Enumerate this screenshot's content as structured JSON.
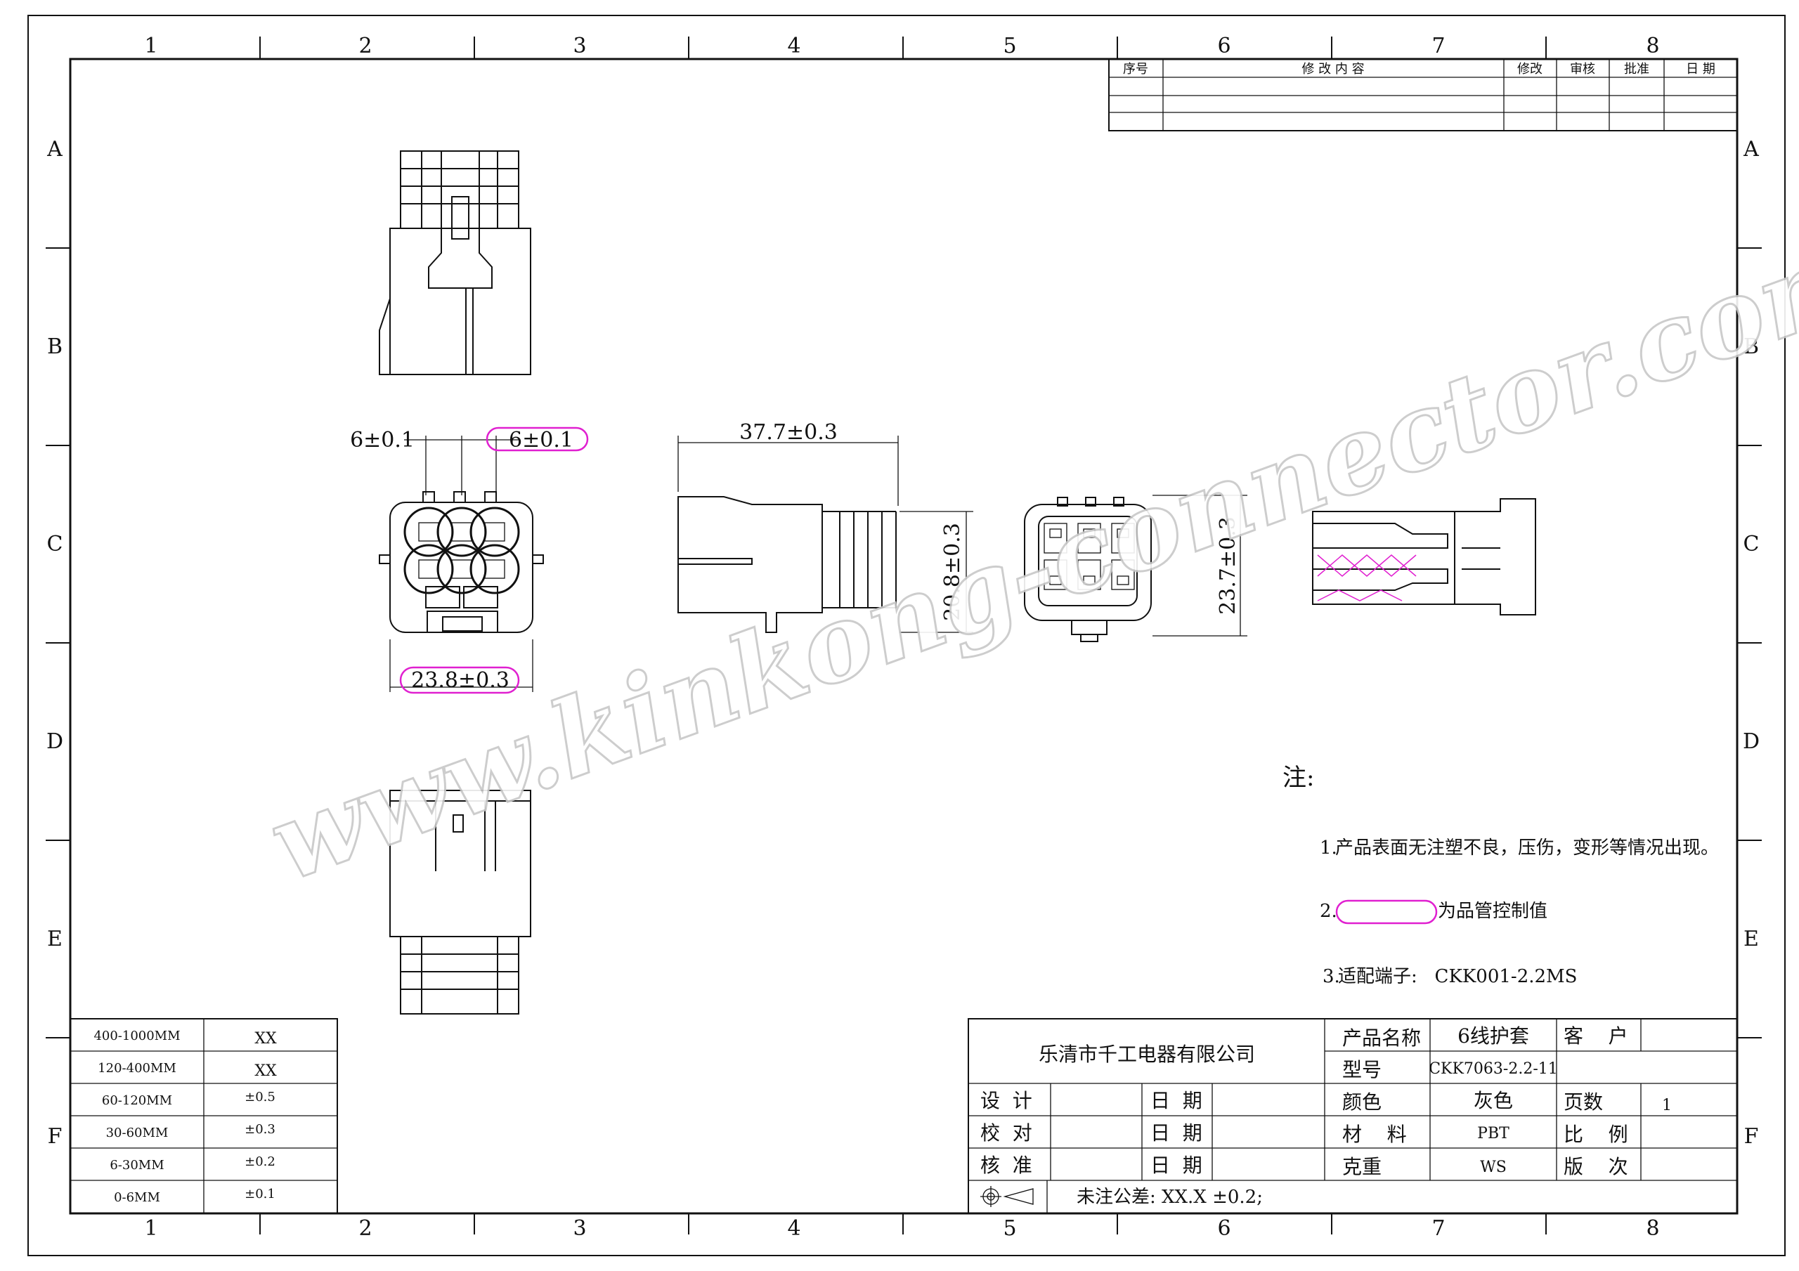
{
  "frame": {
    "columns": [
      "1",
      "2",
      "3",
      "4",
      "5",
      "6",
      "7",
      "8"
    ],
    "rows": [
      "A",
      "B",
      "C",
      "D",
      "E",
      "F"
    ]
  },
  "revision_table": {
    "headers": [
      "序号",
      "修 改 内 容",
      "修改",
      "审核",
      "批准",
      "日 期"
    ]
  },
  "dimensions": {
    "pitch_left": "6±0.1",
    "pitch_right": "6±0.1",
    "front_width": "23.8±0.3",
    "length": "37.7±0.3",
    "side_height": "20.8±0.3",
    "rear_height": "23.7±0.3"
  },
  "watermark": "www.kinkong-connector.com",
  "notes": {
    "title": "注:",
    "items": [
      {
        "num": "1.",
        "text": "产品表面无注塑不良，压伤，变形等情况出现。"
      },
      {
        "num": "2.",
        "text": "为品管控制值"
      },
      {
        "num": "3.",
        "text": "适配端子:   CKK001-2.2MS"
      }
    ]
  },
  "tolerance_table": {
    "rows": [
      {
        "range": "400-1000MM",
        "tol": "XX"
      },
      {
        "range": "120-400MM",
        "tol": "XX"
      },
      {
        "range": "60-120MM",
        "tol": "±0.5"
      },
      {
        "range": "30-60MM",
        "tol": "±0.3"
      },
      {
        "range": "6-30MM",
        "tol": "±0.2"
      },
      {
        "range": "0-6MM",
        "tol": "±0.1"
      }
    ]
  },
  "title_block": {
    "company": "乐清市千工电器有限公司",
    "design": "设  计",
    "check": "校  对",
    "approve": "核  准",
    "date": "日  期",
    "product_name_label": "产品名称",
    "product_name": "6线护套",
    "customer_label": "客    户",
    "customer": "",
    "model_label": "型号",
    "model": "CKK7063-2.2-11",
    "color_label": "颜色",
    "color": "灰色",
    "pages_label": "页数",
    "pages": "1",
    "material_label": "材    料",
    "material": "PBT",
    "scale_label": "比    例",
    "scale": "",
    "weight_label": "克重",
    "weight": "WS",
    "version_label": "版    次",
    "version": "",
    "tolerance_note": "未注公差: XX.X ±0.2;"
  },
  "colors": {
    "line": "#111111",
    "control_mark": "#e020d0",
    "watermark_stroke": "#c8c8c8"
  }
}
